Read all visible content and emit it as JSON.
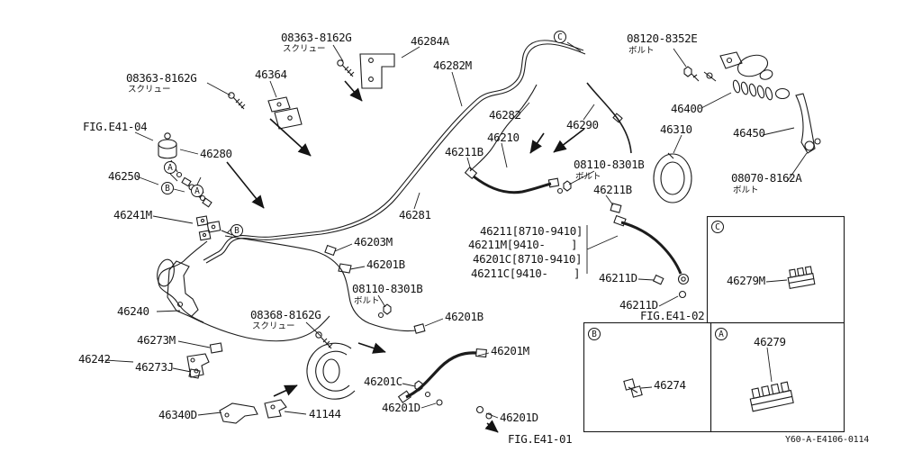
{
  "meta": {
    "drawing_code": "Y60-A-E4106-0114"
  },
  "fig_refs": {
    "e41_04": "FIG.E41-04",
    "e41_02": "FIG.E41-02",
    "e41_01": "FIG.E41-01"
  },
  "callouts": {
    "a": "A",
    "b": "B",
    "c": "C"
  },
  "notes": {
    "screw_jp": "スクリュー",
    "bolt_jp": "ボルト"
  },
  "labels": {
    "p08363": "08363-8162G",
    "p46284a": "46284A",
    "p08120": "08120-8352E",
    "p46364": "46364",
    "p46282m": "46282M",
    "p46282": "46282",
    "p46290": "46290",
    "p46400": "46400",
    "p46310": "46310",
    "p46450": "46450",
    "p46280": "46280",
    "p46210": "46210",
    "p46211b": "46211B",
    "p08110": "08110-8301B",
    "p46250": "46250",
    "p08070": "08070-8162A",
    "p46241m": "46241M",
    "v46211": "46211[8710-9410]",
    "v46211m": "46211M[9410-    ]",
    "v46201c": "46201C[8710-9410]",
    "v46211c": "46211C[9410-    ]",
    "p46203m": "46203M",
    "p46201b": "46201B",
    "p46281": "46281",
    "p46211d": "46211D",
    "p46279m": "46279M",
    "p46240": "46240",
    "p08368": "08368-8162G",
    "p46273m": "46273M",
    "p46201m": "46201M",
    "p46242": "46242",
    "p46273j": "46273J",
    "p46279": "46279",
    "p46274": "46274",
    "p46201c2": "46201C",
    "p46340d": "46340D",
    "p41144": "41144",
    "p46201d": "46201D"
  }
}
